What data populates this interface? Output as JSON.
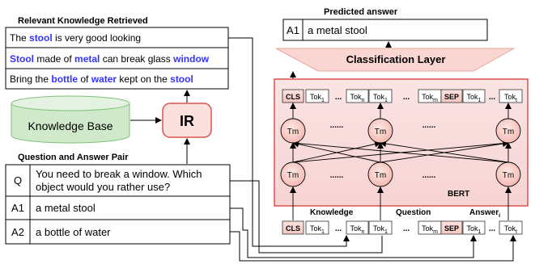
{
  "retrieved": {
    "title": "Relevant Knowledge Retrieved",
    "sentences": [
      [
        {
          "text": "The "
        },
        {
          "text": "stool",
          "hl": true
        },
        {
          "text": " is very good looking"
        }
      ],
      [
        {
          "text": "Stool",
          "hl": true
        },
        {
          "text": " made of "
        },
        {
          "text": "metal",
          "hl": true
        },
        {
          "text": " can break glass "
        },
        {
          "text": "window",
          "hl": true
        }
      ],
      [
        {
          "text": "Bring the "
        },
        {
          "text": "bottle",
          "hl": true
        },
        {
          "text": " of "
        },
        {
          "text": "water",
          "hl": true
        },
        {
          "text": " kept on the "
        },
        {
          "text": "stool",
          "hl": true
        }
      ]
    ]
  },
  "kb": {
    "label": "Knowledge Base"
  },
  "ir": {
    "label": "IR"
  },
  "qa": {
    "title": "Question and Answer Pair",
    "rows": [
      {
        "tag": "Q",
        "lines": [
          "You need to break a window.  Which",
          "object would you rather use?"
        ]
      },
      {
        "tag": "A1",
        "lines": [
          "a metal stool"
        ]
      },
      {
        "tag": "A2",
        "lines": [
          "a bottle of water"
        ]
      }
    ]
  },
  "predicted": {
    "title": "Predicted answer",
    "tag": "A1",
    "value": "a metal stool"
  },
  "classifier": {
    "label": "Classification Layer"
  },
  "bert": {
    "label": "BERT",
    "node_label": "Tm",
    "dots": "......",
    "ellipsis": "...",
    "top_tokens": [
      "CLS",
      "Tok1",
      "...",
      "Tokn",
      "Tok1",
      "...",
      "Tokm",
      "SEP",
      "Tok1",
      "...",
      "Tokt"
    ],
    "bottom_tokens": [
      "CLS",
      "Tok1",
      "...",
      "Tokn",
      "Tok1",
      "...",
      "Tokm",
      "SEP",
      "Tok1",
      "...",
      "Tokt"
    ],
    "segments": {
      "knowledge": "Knowledge",
      "question": "Question",
      "answer": "Answer",
      "answer_sub": "i"
    }
  },
  "colors": {
    "highlight": "#3333ff",
    "bert_border": "#d9534f",
    "bert_fill": "#fbe3e3",
    "node_fill": "#f8c9c4",
    "kb_fill": "#cde8c9",
    "kb_border": "#7fbf78"
  }
}
